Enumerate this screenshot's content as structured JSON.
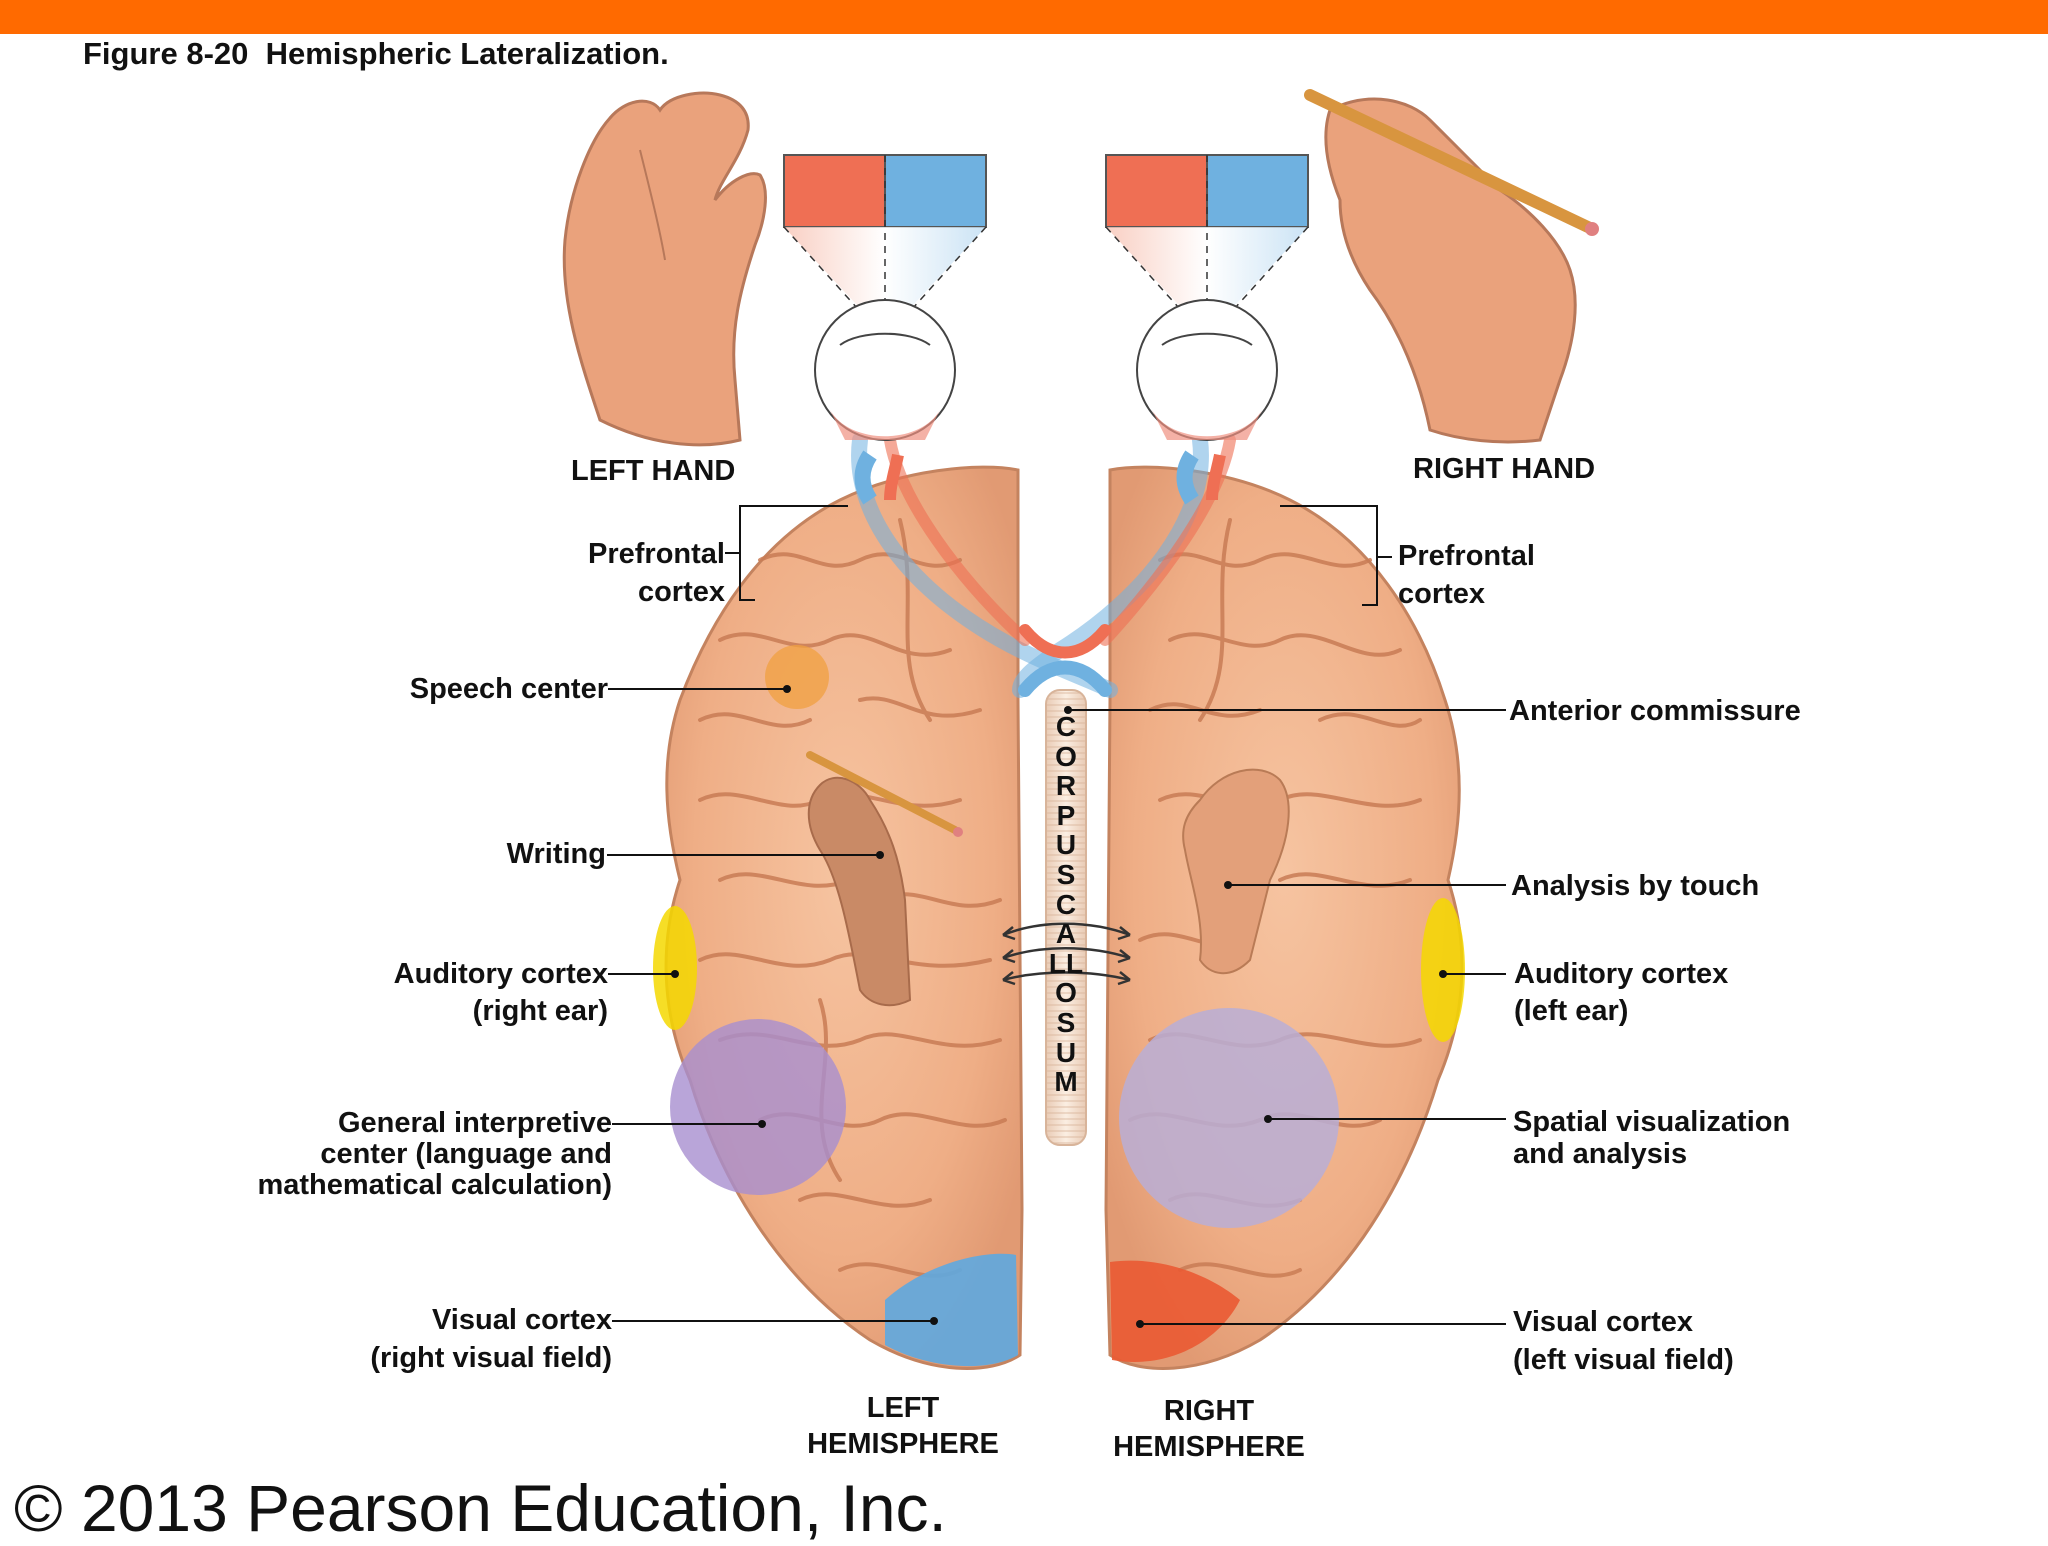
{
  "figure": {
    "title": "Figure 8-20  Hemispheric Lateralization.",
    "copyright": "© 2013 Pearson Education, Inc."
  },
  "hands": {
    "left": "LEFT HAND",
    "right": "RIGHT HAND"
  },
  "labels_left": {
    "prefrontal_1": "Prefrontal",
    "prefrontal_2": "cortex",
    "speech": "Speech center",
    "writing": "Writing",
    "auditory_1": "Auditory cortex",
    "auditory_2": "(right ear)",
    "general_1": "General interpretive",
    "general_2": "center (language and",
    "general_3": "mathematical calculation)",
    "visual_1": "Visual cortex",
    "visual_2": "(right visual field)"
  },
  "labels_right": {
    "prefrontal_1": "Prefrontal",
    "prefrontal_2": "cortex",
    "anterior": "Anterior commissure",
    "touch": "Analysis by touch",
    "auditory_1": "Auditory cortex",
    "auditory_2": "(left ear)",
    "spatial_1": "Spatial visualization",
    "spatial_2": "and analysis",
    "visual_1": "Visual cortex",
    "visual_2": "(left visual field)"
  },
  "hemispheres": {
    "left_1": "LEFT",
    "left_2": "HEMISPHERE",
    "right_1": "RIGHT",
    "right_2": "HEMISPHERE"
  },
  "corpus_callosum": "CORPUSCALLOSUM",
  "colors": {
    "header_bar": "#ff6a00",
    "red_field": "#ef6f54",
    "blue_field": "#6fb1e0",
    "brain": "#f2b48c",
    "gyri": "#c97c55",
    "speech": "#f0a040",
    "auditory": "#f5d800",
    "interpretive": "#a88fd0",
    "spatial": "#b9aed6",
    "visual_blue": "#5ea9e0",
    "visual_red": "#ea5a33"
  }
}
